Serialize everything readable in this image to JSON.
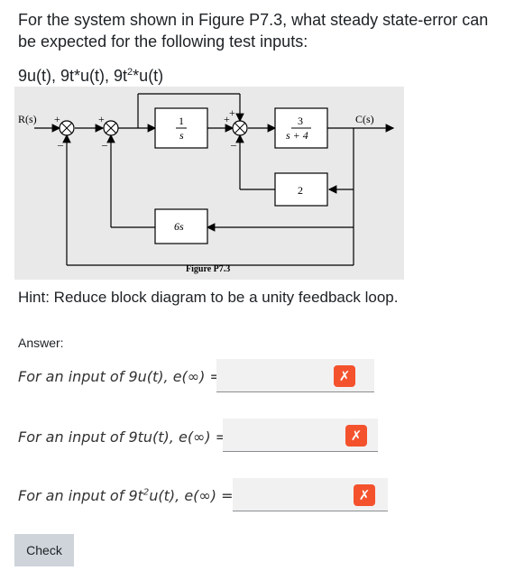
{
  "question": {
    "line1": "For the system shown in Figure P7.3, what steady state-error can",
    "line2": "be expected for the following test inputs:",
    "inputs_prefix": "9u(t), 9t*u(t), 9t",
    "inputs_sup": "2",
    "inputs_suffix": "*u(t)"
  },
  "figure": {
    "r_label": "R(s)",
    "c_label": "C(s)",
    "block1_num": "1",
    "block1_den": "s",
    "block2_num": "3",
    "block2_den": "s + 4",
    "block3": "2",
    "block4": "6s",
    "caption": "Figure P7.3",
    "plus": "+",
    "minus": "–"
  },
  "hint": "Hint: Reduce block diagram to be a unity feedback loop.",
  "answer_label": "Answer:",
  "rows": [
    {
      "prefix": "For an input of 9",
      "sup": "",
      "suffix": "u(t), e(∞) ="
    },
    {
      "prefix": "For an input of 9",
      "sup": "",
      "suffix": "tu(t), e(∞) ="
    },
    {
      "prefix": "For an input of 9t",
      "sup": "2",
      "suffix": "u(t), e(∞) ="
    }
  ],
  "feedback_icon": "✗",
  "feedback_color": "#f4522d",
  "check_label": "Check"
}
